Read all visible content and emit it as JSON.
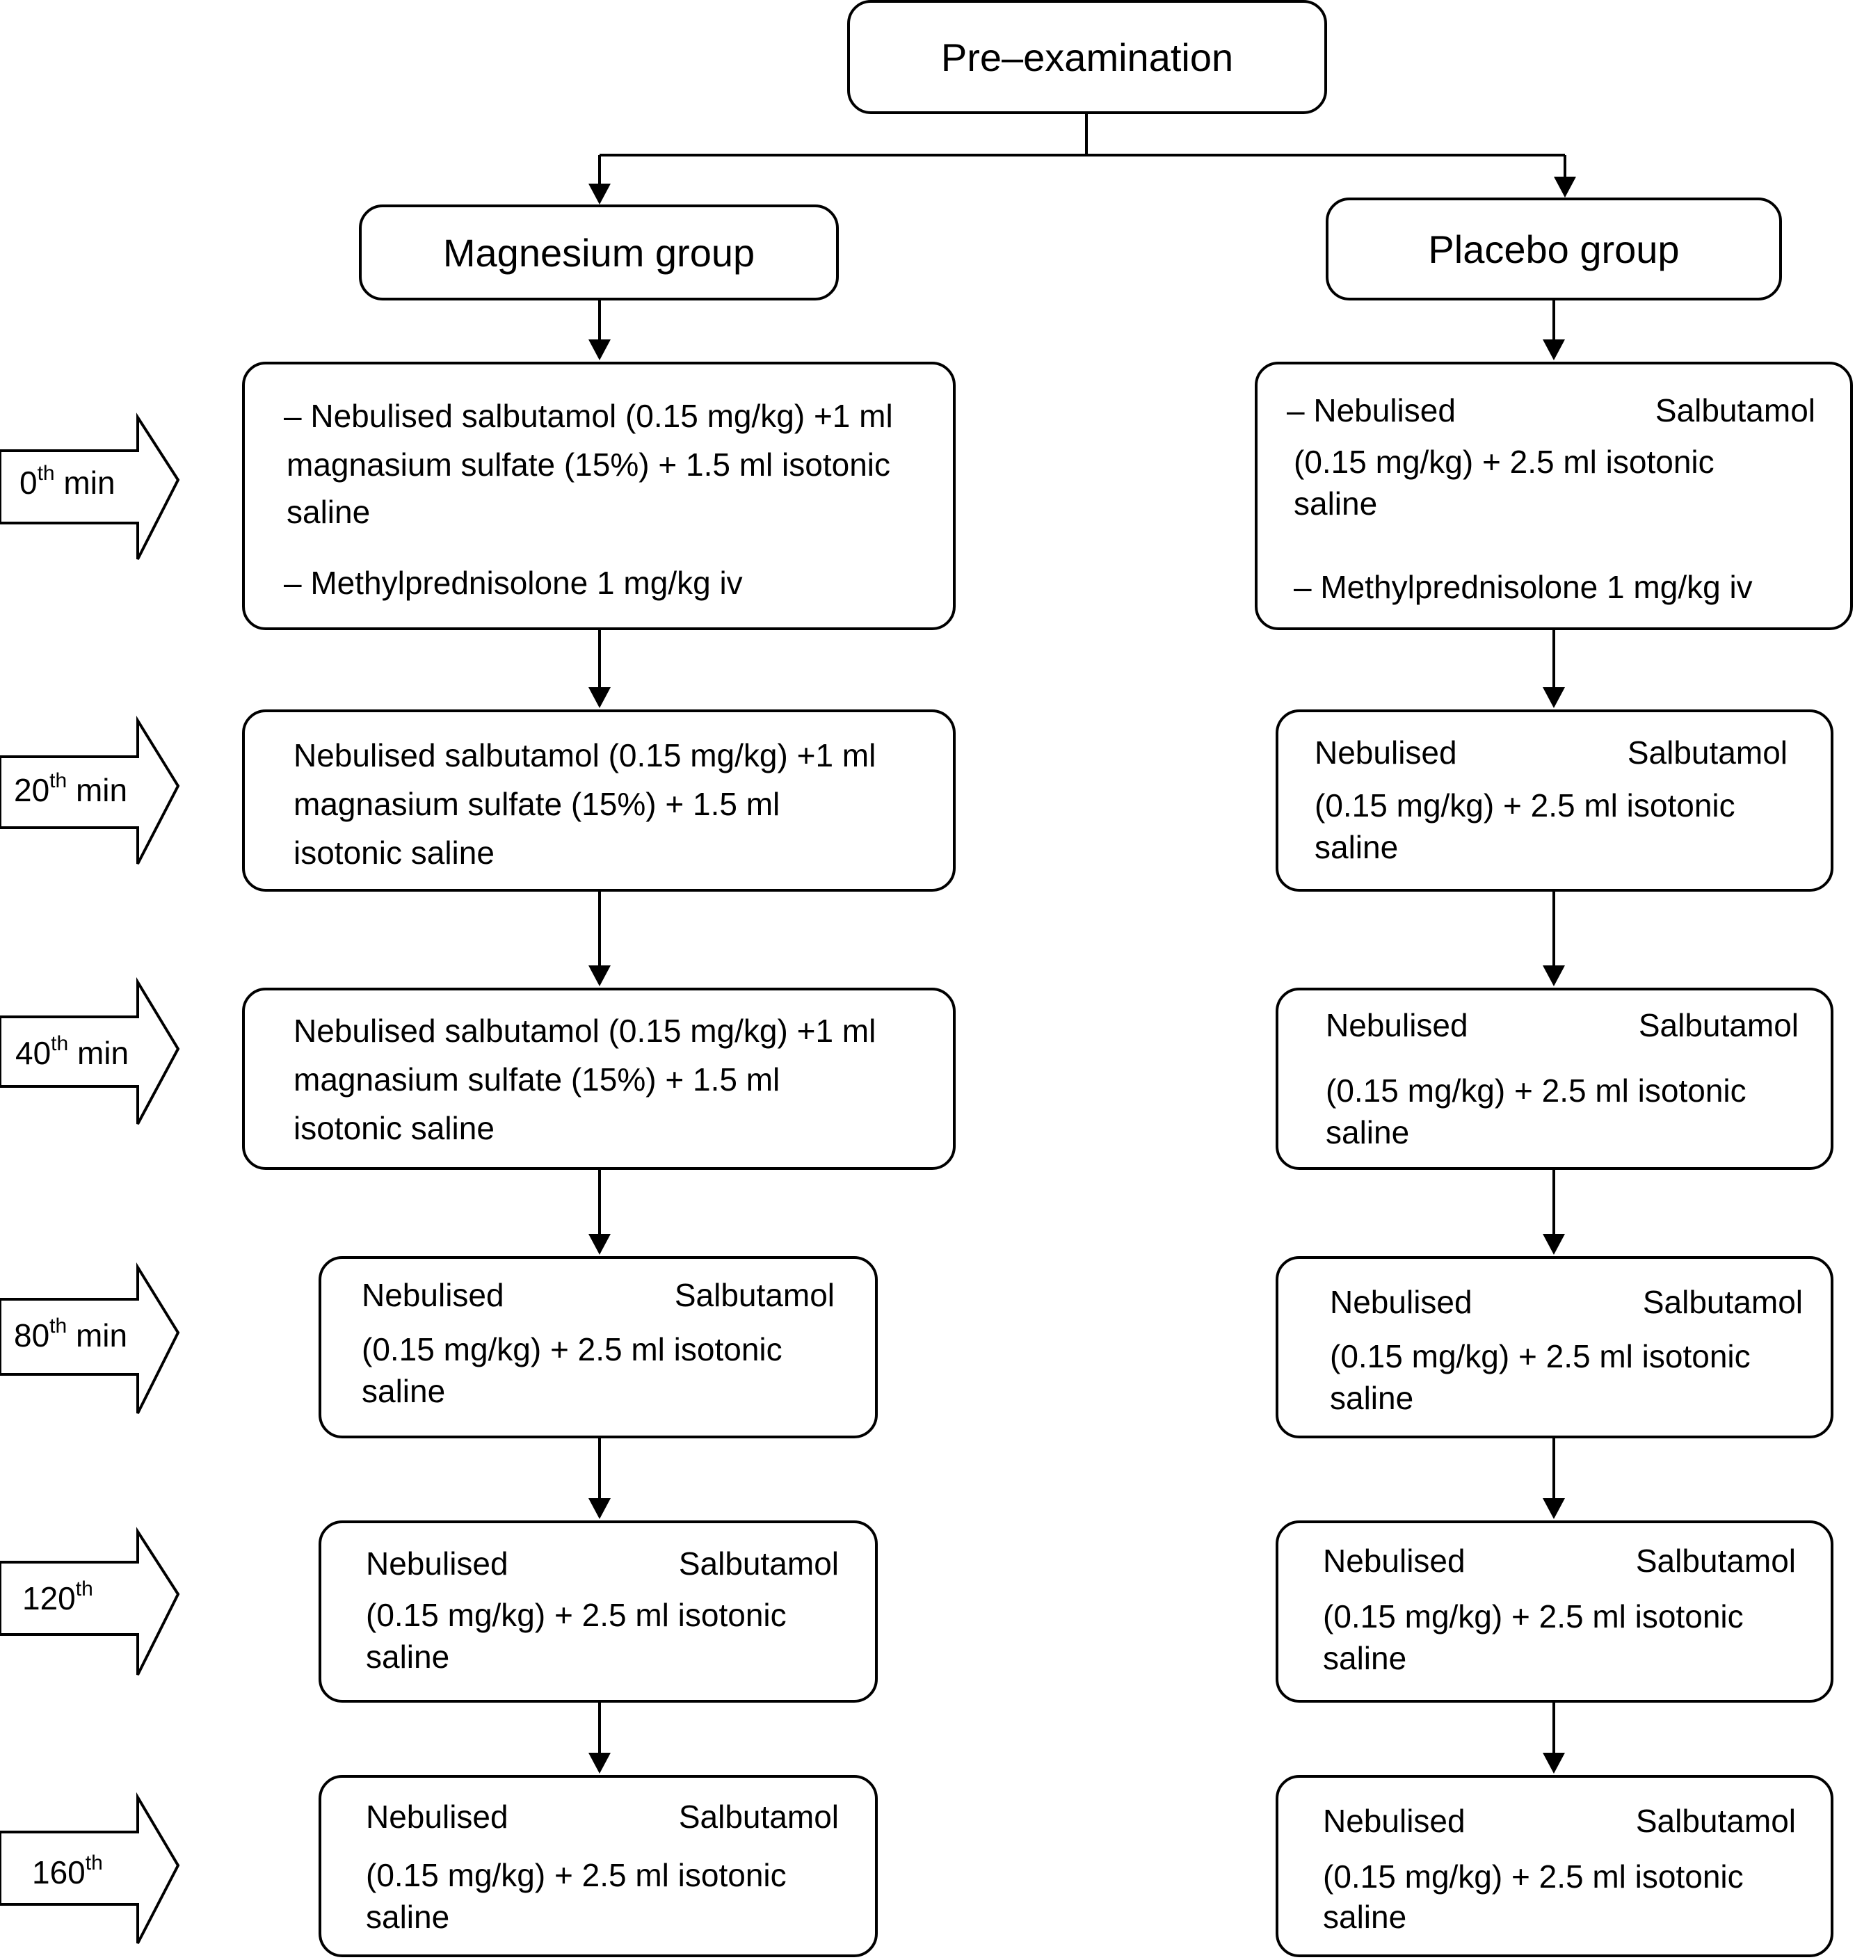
{
  "root": "Pre–examination",
  "groups": {
    "magnesium": "Magnesium group",
    "placebo": "Placebo group"
  },
  "timepoints": [
    {
      "num": "0",
      "sup": "th",
      "unit": " min"
    },
    {
      "num": "20",
      "sup": "th",
      "unit": " min"
    },
    {
      "num": "40",
      "sup": "th",
      "unit": " min"
    },
    {
      "num": "80",
      "sup": "th",
      "unit": " min"
    },
    {
      "num": "120",
      "sup": "th",
      "unit": ""
    },
    {
      "num": "160",
      "sup": "th",
      "unit": ""
    }
  ],
  "magnesium_steps": [
    {
      "lines": [
        "– Nebulised salbutamol (0.15 mg/kg) +1 ml",
        "magnasium sulfate (15%) + 1.5 ml isotonic",
        "saline",
        "– Methylprednisolone 1 mg/kg iv"
      ]
    },
    {
      "lines": [
        "Nebulised salbutamol (0.15 mg/kg) +1 ml",
        "magnasium sulfate (15%) + 1.5 ml",
        "isotonic saline"
      ]
    },
    {
      "lines": [
        "Nebulised salbutamol (0.15 mg/kg) +1 ml",
        "magnasium sulfate (15%) + 1.5 ml",
        "isotonic saline"
      ]
    },
    {
      "lines": [
        "Nebulised",
        "Salbutamol",
        "(0.15 mg/kg) + 2.5 ml isotonic",
        "saline"
      ]
    },
    {
      "lines": [
        "Nebulised",
        "Salbutamol",
        "(0.15 mg/kg) + 2.5 ml isotonic",
        "saline"
      ]
    },
    {
      "lines": [
        "Nebulised",
        "Salbutamol",
        "(0.15 mg/kg) + 2.5 ml isotonic",
        "saline"
      ]
    }
  ],
  "placebo_steps": [
    {
      "lines": [
        "– Nebulised",
        "Salbutamol",
        "(0.15 mg/kg) + 2.5 ml isotonic",
        "saline",
        "– Methylprednisolone 1 mg/kg iv"
      ]
    },
    {
      "lines": [
        "Nebulised",
        "Salbutamol",
        "(0.15 mg/kg) + 2.5 ml isotonic",
        "saline"
      ]
    },
    {
      "lines": [
        "Nebulised",
        "Salbutamol",
        "(0.15 mg/kg) + 2.5 ml isotonic",
        "saline"
      ]
    },
    {
      "lines": [
        "Nebulised",
        "Salbutamol",
        "(0.15 mg/kg) + 2.5 ml isotonic",
        "saline"
      ]
    },
    {
      "lines": [
        "Nebulised",
        "Salbutamol",
        "(0.15 mg/kg) + 2.5 ml isotonic",
        "saline"
      ]
    },
    {
      "lines": [
        "Nebulised",
        "Salbutamol",
        "(0.15 mg/kg) + 2.5 ml isotonic",
        "saline"
      ]
    }
  ]
}
